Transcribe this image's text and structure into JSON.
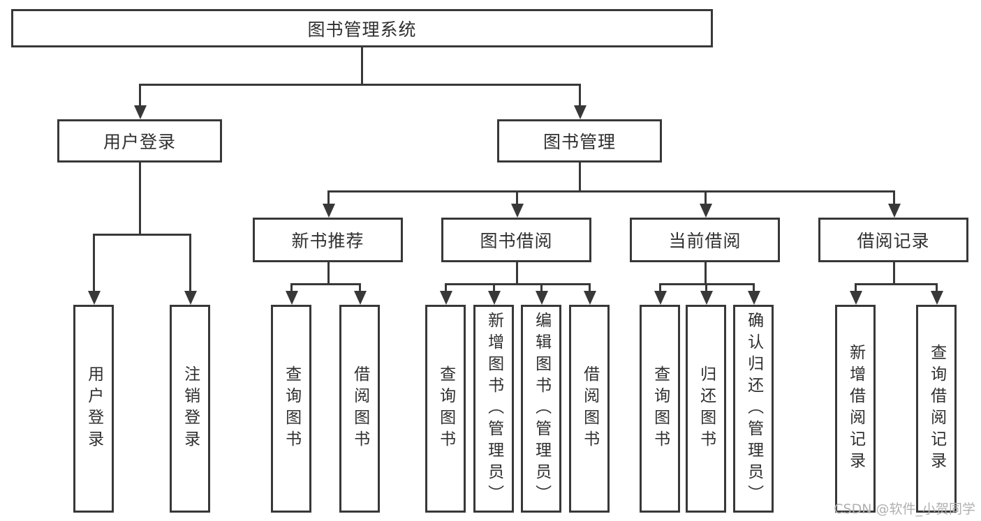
{
  "diagram": {
    "root": {
      "label": "图书管理系统"
    },
    "user_login_branch": {
      "label": "用户登录",
      "children": [
        {
          "label": "用户登录"
        },
        {
          "label": "注销登录"
        }
      ]
    },
    "book_mgmt_branch": {
      "label": "图书管理",
      "children": [
        {
          "label": "新书推荐",
          "children": [
            {
              "label": "查询图书"
            },
            {
              "label": "借阅图书"
            }
          ]
        },
        {
          "label": "图书借阅",
          "children": [
            {
              "label": "查询图书"
            },
            {
              "label": "新增图书（管理员）"
            },
            {
              "label": "编辑图书（管理员）"
            },
            {
              "label": "借阅图书"
            }
          ]
        },
        {
          "label": "当前借阅",
          "children": [
            {
              "label": "查询图书"
            },
            {
              "label": "归还图书"
            },
            {
              "label": "确认归还（管理员）"
            }
          ]
        },
        {
          "label": "借阅记录",
          "children": [
            {
              "label": "新增借阅记录"
            },
            {
              "label": "查询借阅记录"
            }
          ]
        }
      ]
    },
    "watermark": "CSDN @软件_小贺同学"
  },
  "colors": {
    "background": "#ffffff",
    "line": "#383838",
    "text": "#2f2f2f",
    "watermark": "#b0b0b0"
  }
}
